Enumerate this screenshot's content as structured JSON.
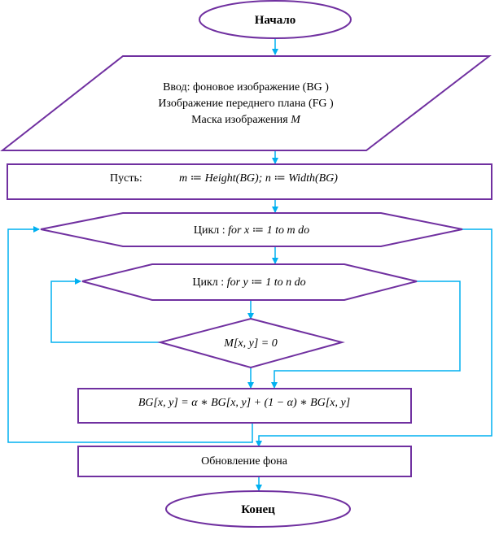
{
  "colors": {
    "shape_stroke": "#7030a0",
    "arrow": "#00b0f0",
    "text": "#000000",
    "background": "#ffffff"
  },
  "start": {
    "label": "Начало"
  },
  "input": {
    "line1": "Ввод:  фоновое изображение (BG )",
    "line2": "Изображение переднего плана (FG )",
    "line3_prefix": "Маска изображения ",
    "line3_math": "M"
  },
  "assign": {
    "prefix": "Пусть:",
    "formula": "m ≔ Height(BG);  n ≔ Width(BG)"
  },
  "loop_x": {
    "prefix": "Цикл : ",
    "formula": "for x ≔ 1 to m do"
  },
  "loop_y": {
    "prefix": "Цикл : ",
    "formula": "for y ≔ 1 to n do"
  },
  "decision": {
    "formula": "M[x, y] = 0"
  },
  "update_pixel": {
    "formula": "BG[x, y] = α ∗ BG[x, y] + (1 − α) ∗ BG[x, y]"
  },
  "update_bg": {
    "label": "Обновление фона"
  },
  "end": {
    "label": "Конец"
  }
}
